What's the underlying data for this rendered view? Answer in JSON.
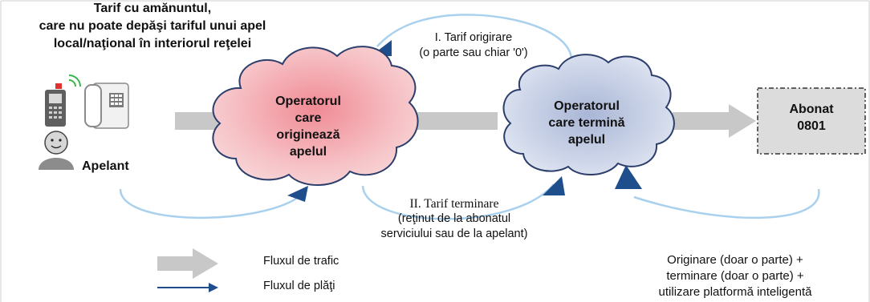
{
  "title": [
    "Tarif cu amănuntul,",
    "care nu poate depăşi tariful unui apel",
    "local/naţional în interiorul reţelei"
  ],
  "caller": {
    "label": "Apelant"
  },
  "origin_operator": {
    "label": [
      "Operatorul",
      "care",
      "originează",
      "apelul"
    ]
  },
  "terminating_operator": {
    "label": [
      "Operatorul",
      "care termină",
      "apelul"
    ]
  },
  "subscriber": {
    "label": [
      "Abonat",
      "0801"
    ]
  },
  "flow_I": {
    "text": [
      "I. Tarif origirare",
      "(o parte sau chiar '0')"
    ]
  },
  "flow_II": {
    "text": [
      "II. Tarif terminare",
      "(reţinut de la abonatul",
      "serviciului sau de la apelant)"
    ]
  },
  "flow_III": {
    "text": [
      "Originare (doar o parte) +",
      "terminare (doar o parte) +",
      "utilizare platformă inteligentă"
    ]
  },
  "legend": {
    "traffic": "Fluxul de trafic",
    "payments": "Fluxul de plăţi"
  },
  "colors": {
    "traffic": "#c8c8c8",
    "arc": "#a9d1ee",
    "payment_arrow": "#1f4e8c",
    "origin_cloud": "#f4b8bd",
    "terminating_cloud": "#c9d2e6",
    "subscriber_box": "#dcdcdc"
  }
}
